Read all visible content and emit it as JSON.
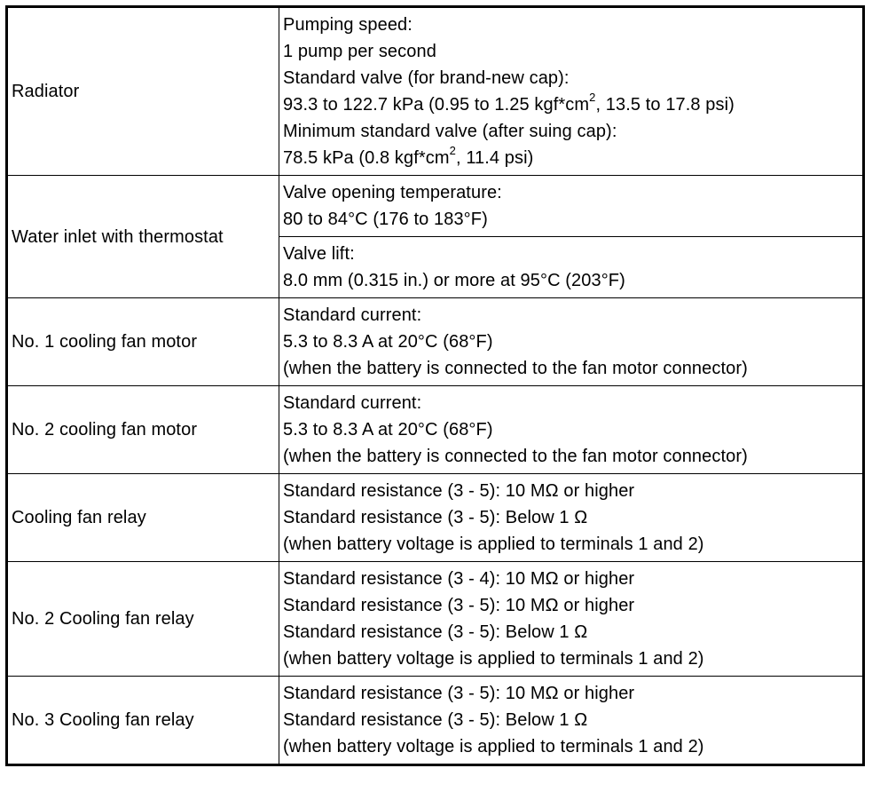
{
  "rows": [
    {
      "component": "Radiator",
      "specs": [
        [
          "Pumping speed:",
          "1 pump per second",
          "Standard valve (for brand-new cap):",
          "93.3 to 122.7 kPa (0.95 to 1.25 kgf*cm^2, 13.5 to 17.8 psi)",
          "Minimum standard valve (after suing cap):",
          "78.5 kPa (0.8 kgf*cm^2, 11.4 psi)"
        ]
      ]
    },
    {
      "component": "Water inlet with thermostat",
      "specs": [
        [
          "Valve opening temperature:",
          "80 to 84°C (176 to 183°F)"
        ],
        [
          "Valve lift:",
          "8.0 mm (0.315 in.) or more at 95°C (203°F)"
        ]
      ]
    },
    {
      "component": "No. 1 cooling fan motor",
      "specs": [
        [
          "Standard current:",
          "5.3 to 8.3 A at 20°C (68°F)",
          "(when the battery is connected to the fan motor connector)"
        ]
      ]
    },
    {
      "component": "No. 2 cooling fan motor",
      "specs": [
        [
          "Standard current:",
          "5.3 to 8.3 A at 20°C (68°F)",
          "(when the battery is connected to the fan motor connector)"
        ]
      ]
    },
    {
      "component": "Cooling fan relay",
      "specs": [
        [
          "Standard resistance (3 - 5): 10 MΩ or higher",
          "Standard resistance (3 - 5): Below 1 Ω",
          "(when battery voltage is applied to terminals 1 and 2)"
        ]
      ]
    },
    {
      "component": "No. 2 Cooling fan relay",
      "specs": [
        [
          "Standard resistance (3 - 4): 10 MΩ or higher",
          "Standard resistance (3 - 5): 10 MΩ or higher",
          "Standard resistance (3 - 5): Below 1 Ω",
          "(when battery voltage is applied to terminals 1 and 2)"
        ]
      ]
    },
    {
      "component": "No. 3 Cooling fan relay",
      "specs": [
        [
          "Standard resistance (3 - 5): 10 MΩ or higher",
          "Standard resistance (3 - 5): Below 1 Ω",
          "(when battery voltage is applied to terminals 1 and 2)"
        ]
      ]
    }
  ]
}
